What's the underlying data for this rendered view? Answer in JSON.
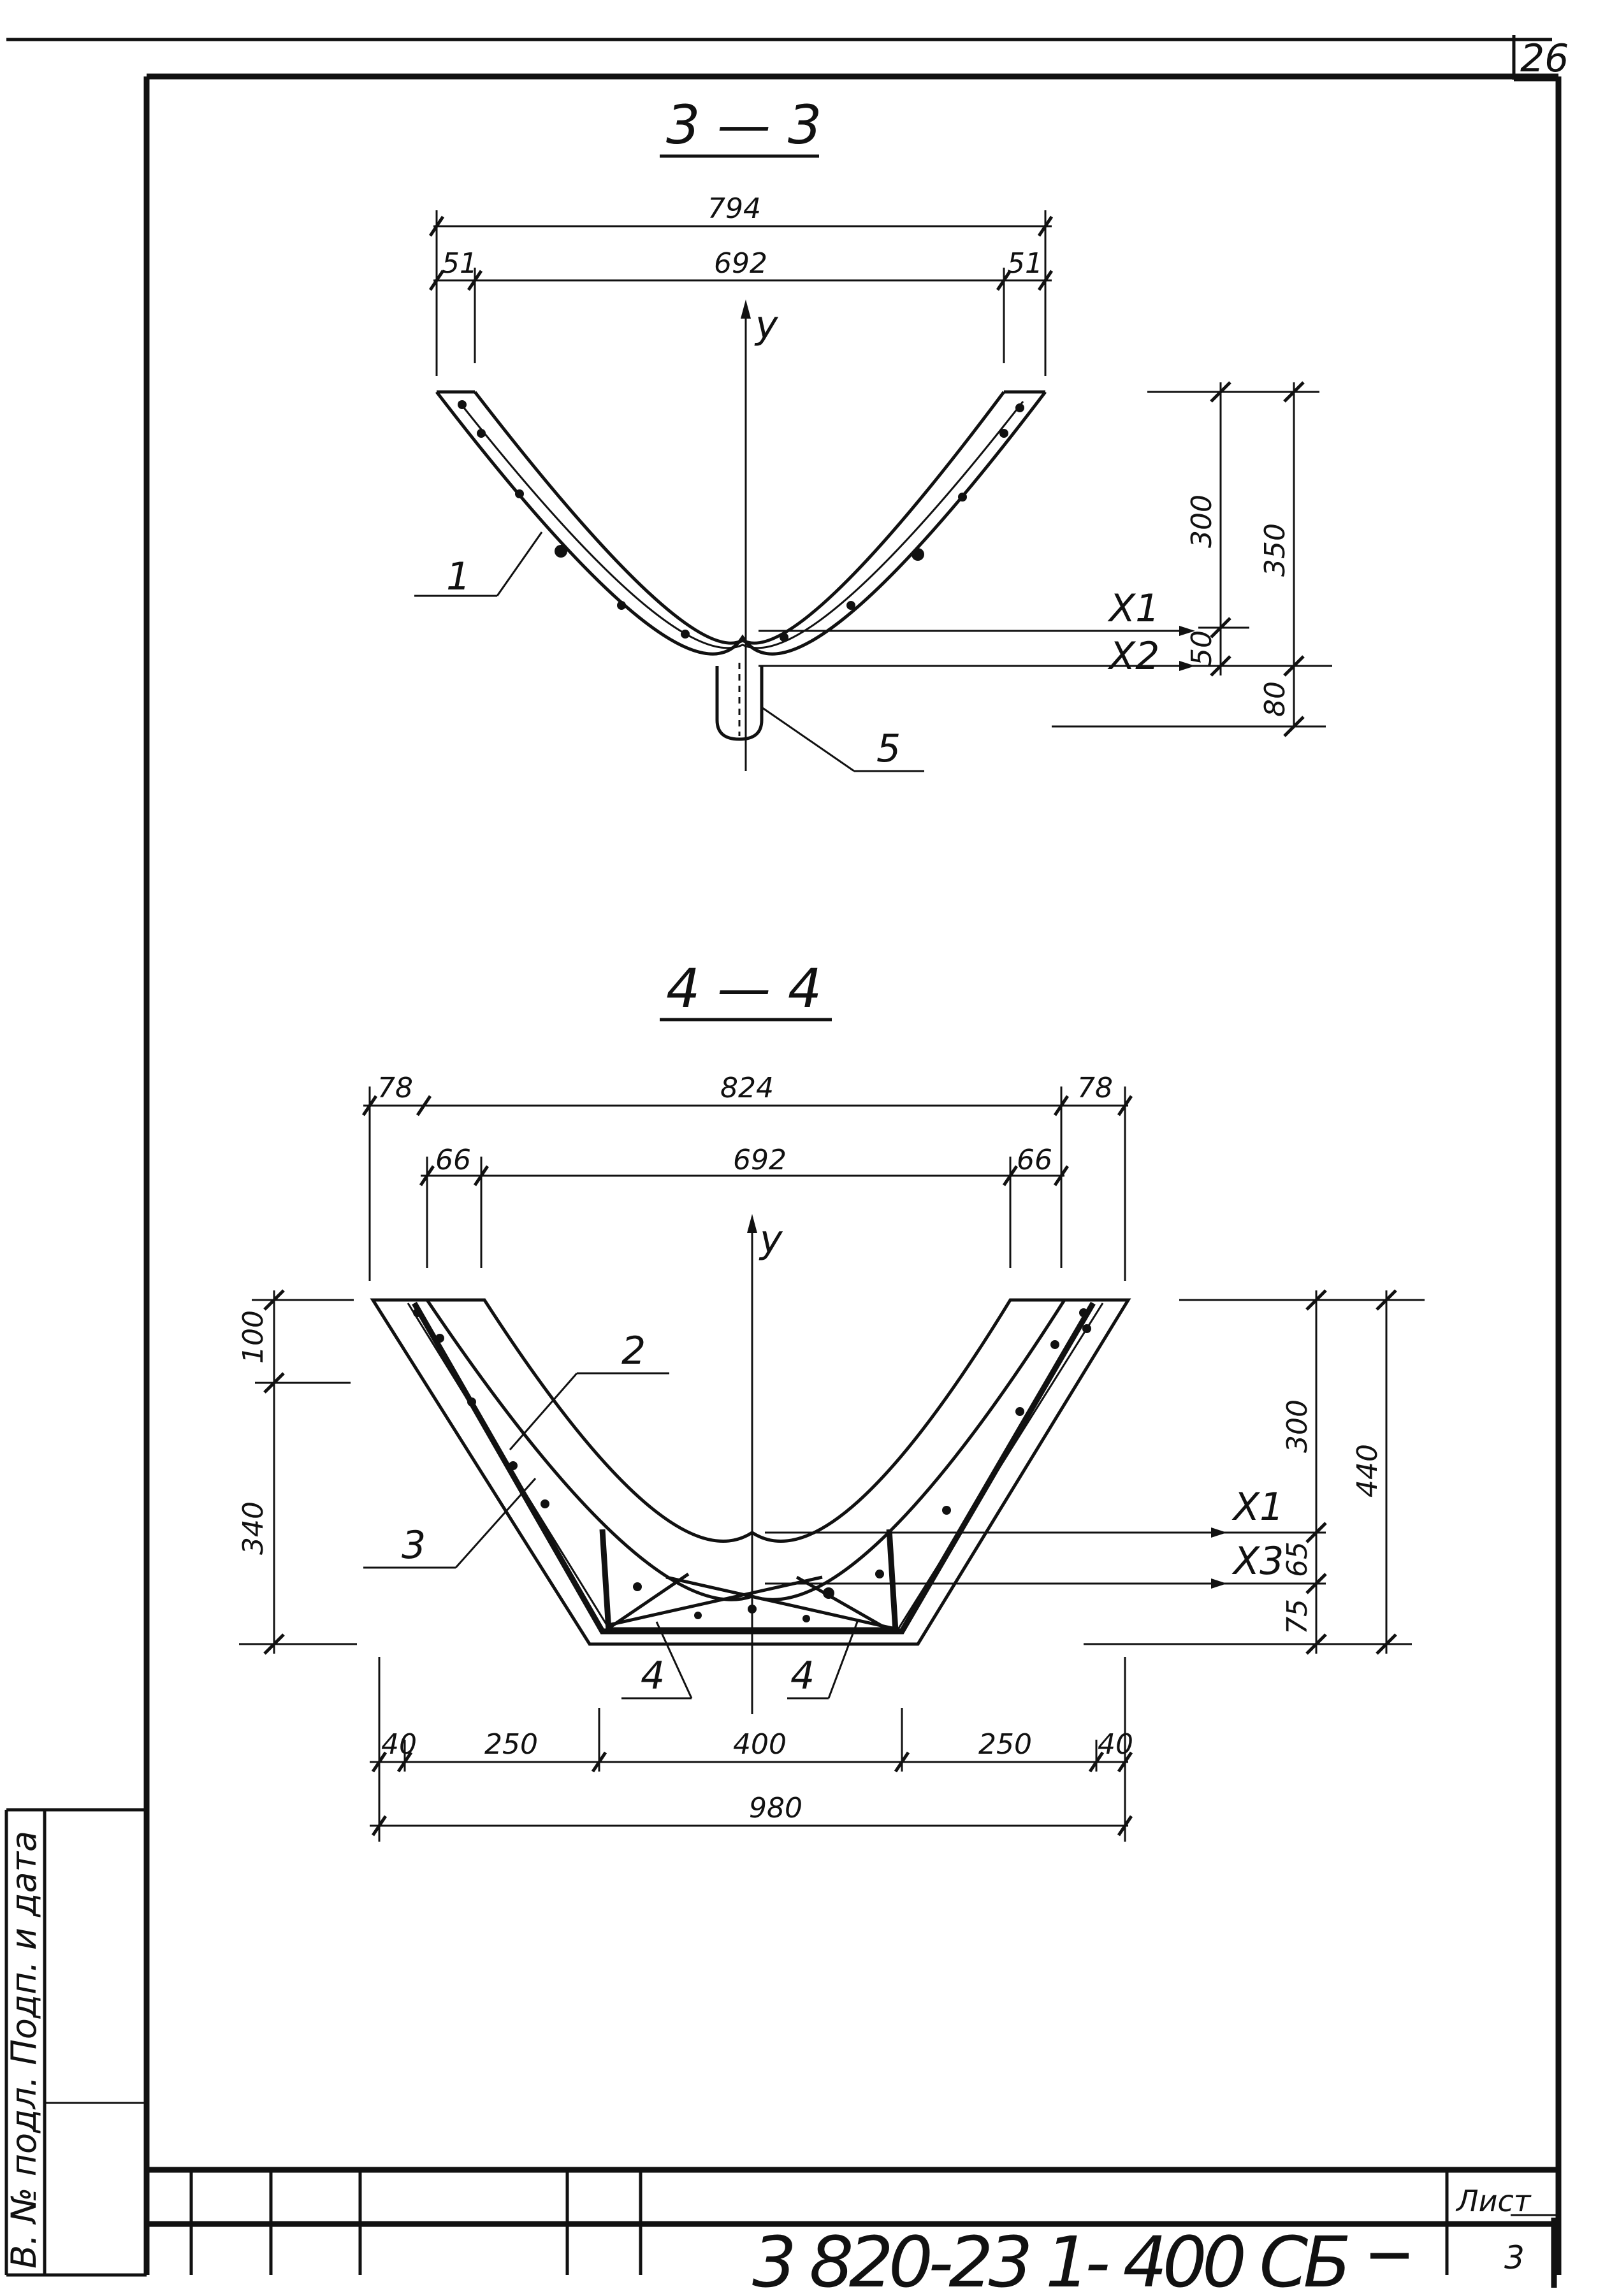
{
  "sheet": {
    "page_number": "26",
    "document_code": "3 820-23 1- 400 СБ",
    "sheet_label": "Лист",
    "sheet_number": "3",
    "side_stamp": "В. № подл. Подп. и дата"
  },
  "section_3_3": {
    "title": "3 — 3",
    "dim_overall": "794",
    "dim_inner": "692",
    "dim_left": "51",
    "dim_right": "51",
    "axis_y": "y",
    "axis_x1": "X1",
    "axis_x2": "X2",
    "dim_300": "300",
    "dim_50": "50",
    "dim_350": "350",
    "dim_80": "80",
    "callout_1": "1",
    "callout_5": "5"
  },
  "section_4_4": {
    "title": "4 — 4",
    "dim_overall_top": "824",
    "dim_inner_top": "692",
    "dim_left_78": "78",
    "dim_right_78": "78",
    "dim_left_66": "66",
    "dim_right_66": "66",
    "axis_y": "y",
    "axis_x1": "X1",
    "axis_x3": "X3",
    "dim_100": "100",
    "dim_340": "340",
    "dim_300": "300",
    "dim_65": "65",
    "dim_75": "75",
    "dim_440": "440",
    "dim_40_left": "40",
    "dim_250_left": "250",
    "dim_400": "400",
    "dim_250_right": "250",
    "dim_40_right": "40",
    "dim_980": "980",
    "callout_2": "2",
    "callout_3": "3",
    "callout_4a": "4",
    "callout_4b": "4"
  }
}
